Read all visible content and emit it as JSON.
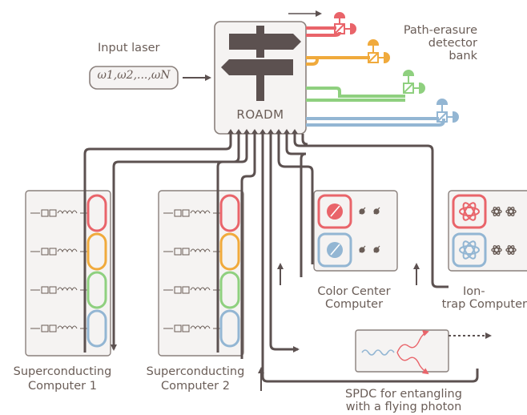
{
  "labels": {
    "input_laser": "Input laser",
    "frequencies": "ω1,ω2,...,ωN",
    "roadm": "ROADM",
    "detector_bank_line1": "Path-erasure",
    "detector_bank_line2": "detector",
    "detector_bank_line3": "bank",
    "color_center_line1": "Color Center",
    "color_center_line2": "Computer",
    "ion_trap_line1": "Ion-",
    "ion_trap_line2": "trap Computer",
    "sc1_line1": "Superconducting",
    "sc1_line2": "Computer 1",
    "sc2_line1": "Superconducting",
    "sc2_line2": "Computer 2",
    "spdc_line1": "SPDC for entangling",
    "spdc_line2": "with a flying photon"
  },
  "colors": {
    "fiber": "#5c5150",
    "red": "#e9646a",
    "orange": "#f0aa3c",
    "green": "#8fd07f",
    "blue": "#93b6d3",
    "box_fill": "#f5f3f2",
    "box_stroke": "#8a807c",
    "text": "#6a5d57"
  },
  "icons": {
    "roadm": "signpost-icon",
    "detectors": "beam-splitter-detector-icon",
    "qubits": "qubit-circuit-icon",
    "color_center": "spin-defect-icon",
    "ion_trap": "atom-icon",
    "spdc": "wave-photon-icon"
  }
}
